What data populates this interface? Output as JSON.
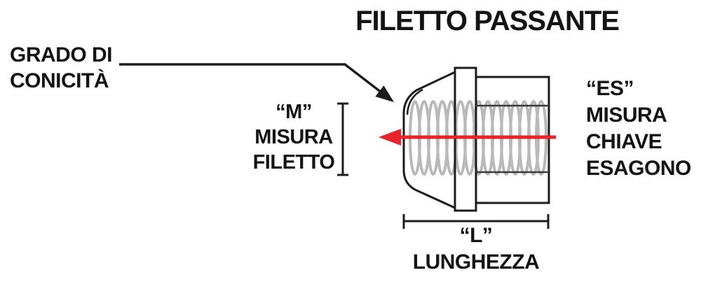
{
  "title": "FILETTO PASSANTE",
  "labels": {
    "taper_line1": "GRADO DI",
    "taper_line2": "CONICITÀ",
    "thread_size": "“M”",
    "thread_line2": "MISURA",
    "thread_line3": "FILETTO",
    "hex_size": "“ES”",
    "hex_line2": "MISURA",
    "hex_line3": "CHIAVE",
    "hex_line4": "ESAGONO",
    "length_size": "“L”",
    "length_line2": "LUNGHEZZA"
  },
  "colors": {
    "text": "#141414",
    "outline": "#1c1c1c",
    "thread_gray": "#b9b9b9",
    "arrow_red": "#e8232a"
  }
}
